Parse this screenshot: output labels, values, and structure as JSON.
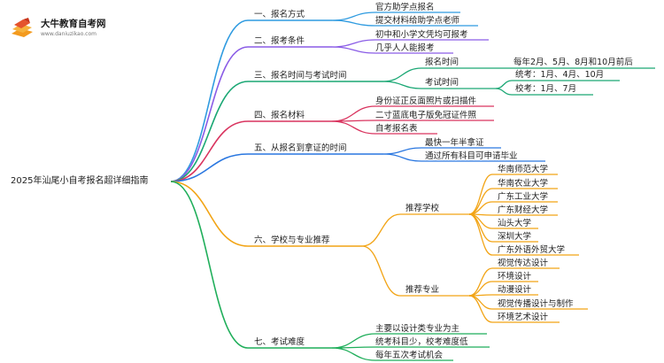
{
  "logo": {
    "title": "大牛教育自考网",
    "url": "www.daniuzikao.com"
  },
  "root": "2025年汕尾小自考报名超详细指南",
  "colors": {
    "b1": "#2f9be0",
    "b2": "#8a5ce6",
    "b3": "#1aa774",
    "b4": "#d9345f",
    "b5": "#2a77e0",
    "b6": "#f2a415",
    "b7": "#1fae5a"
  },
  "branches": [
    {
      "label": "一、报名方式",
      "color": "b1",
      "children": [
        {
          "label": "官方助学点报名"
        },
        {
          "label": "提交材料给助学点老师"
        }
      ]
    },
    {
      "label": "二、报考条件",
      "color": "b2",
      "children": [
        {
          "label": "初中和小学文凭均可报考"
        },
        {
          "label": "几乎人人能报考"
        }
      ]
    },
    {
      "label": "三、报名时间与考试时间",
      "color": "b3",
      "children": [
        {
          "label": "报名时间",
          "children": [
            {
              "label": "每年2月、5月、8月和10月前后"
            }
          ]
        },
        {
          "label": "考试时间",
          "children": [
            {
              "label": "统考：1月、4月、10月"
            },
            {
              "label": "校考：1月、7月"
            }
          ]
        }
      ]
    },
    {
      "label": "四、报名材料",
      "color": "b4",
      "children": [
        {
          "label": "身份证正反面照片或扫描件"
        },
        {
          "label": "二寸蓝底电子版免冠证件照"
        },
        {
          "label": "自考报名表"
        }
      ]
    },
    {
      "label": "五、从报名到拿证的时间",
      "color": "b5",
      "children": [
        {
          "label": "最快一年半拿证"
        },
        {
          "label": "通过所有科目可申请毕业"
        }
      ]
    },
    {
      "label": "六、学校与专业推荐",
      "color": "b6",
      "children": [
        {
          "label": "推荐学校",
          "children": [
            {
              "label": "华南师范大学"
            },
            {
              "label": "华南农业大学"
            },
            {
              "label": "广东工业大学"
            },
            {
              "label": "广东财经大学"
            },
            {
              "label": "汕头大学"
            },
            {
              "label": "深圳大学"
            },
            {
              "label": "广东外语外贸大学"
            }
          ]
        },
        {
          "label": "推荐专业",
          "children": [
            {
              "label": "视觉传达设计"
            },
            {
              "label": "环境设计"
            },
            {
              "label": "动漫设计"
            },
            {
              "label": "视觉传播设计与制作"
            },
            {
              "label": "环境艺术设计"
            }
          ]
        }
      ]
    },
    {
      "label": "七、考试难度",
      "color": "b7",
      "children": [
        {
          "label": "主要以设计类专业为主"
        },
        {
          "label": "统考科目少，校考难度低"
        },
        {
          "label": "每年五次考试机会"
        }
      ]
    }
  ]
}
